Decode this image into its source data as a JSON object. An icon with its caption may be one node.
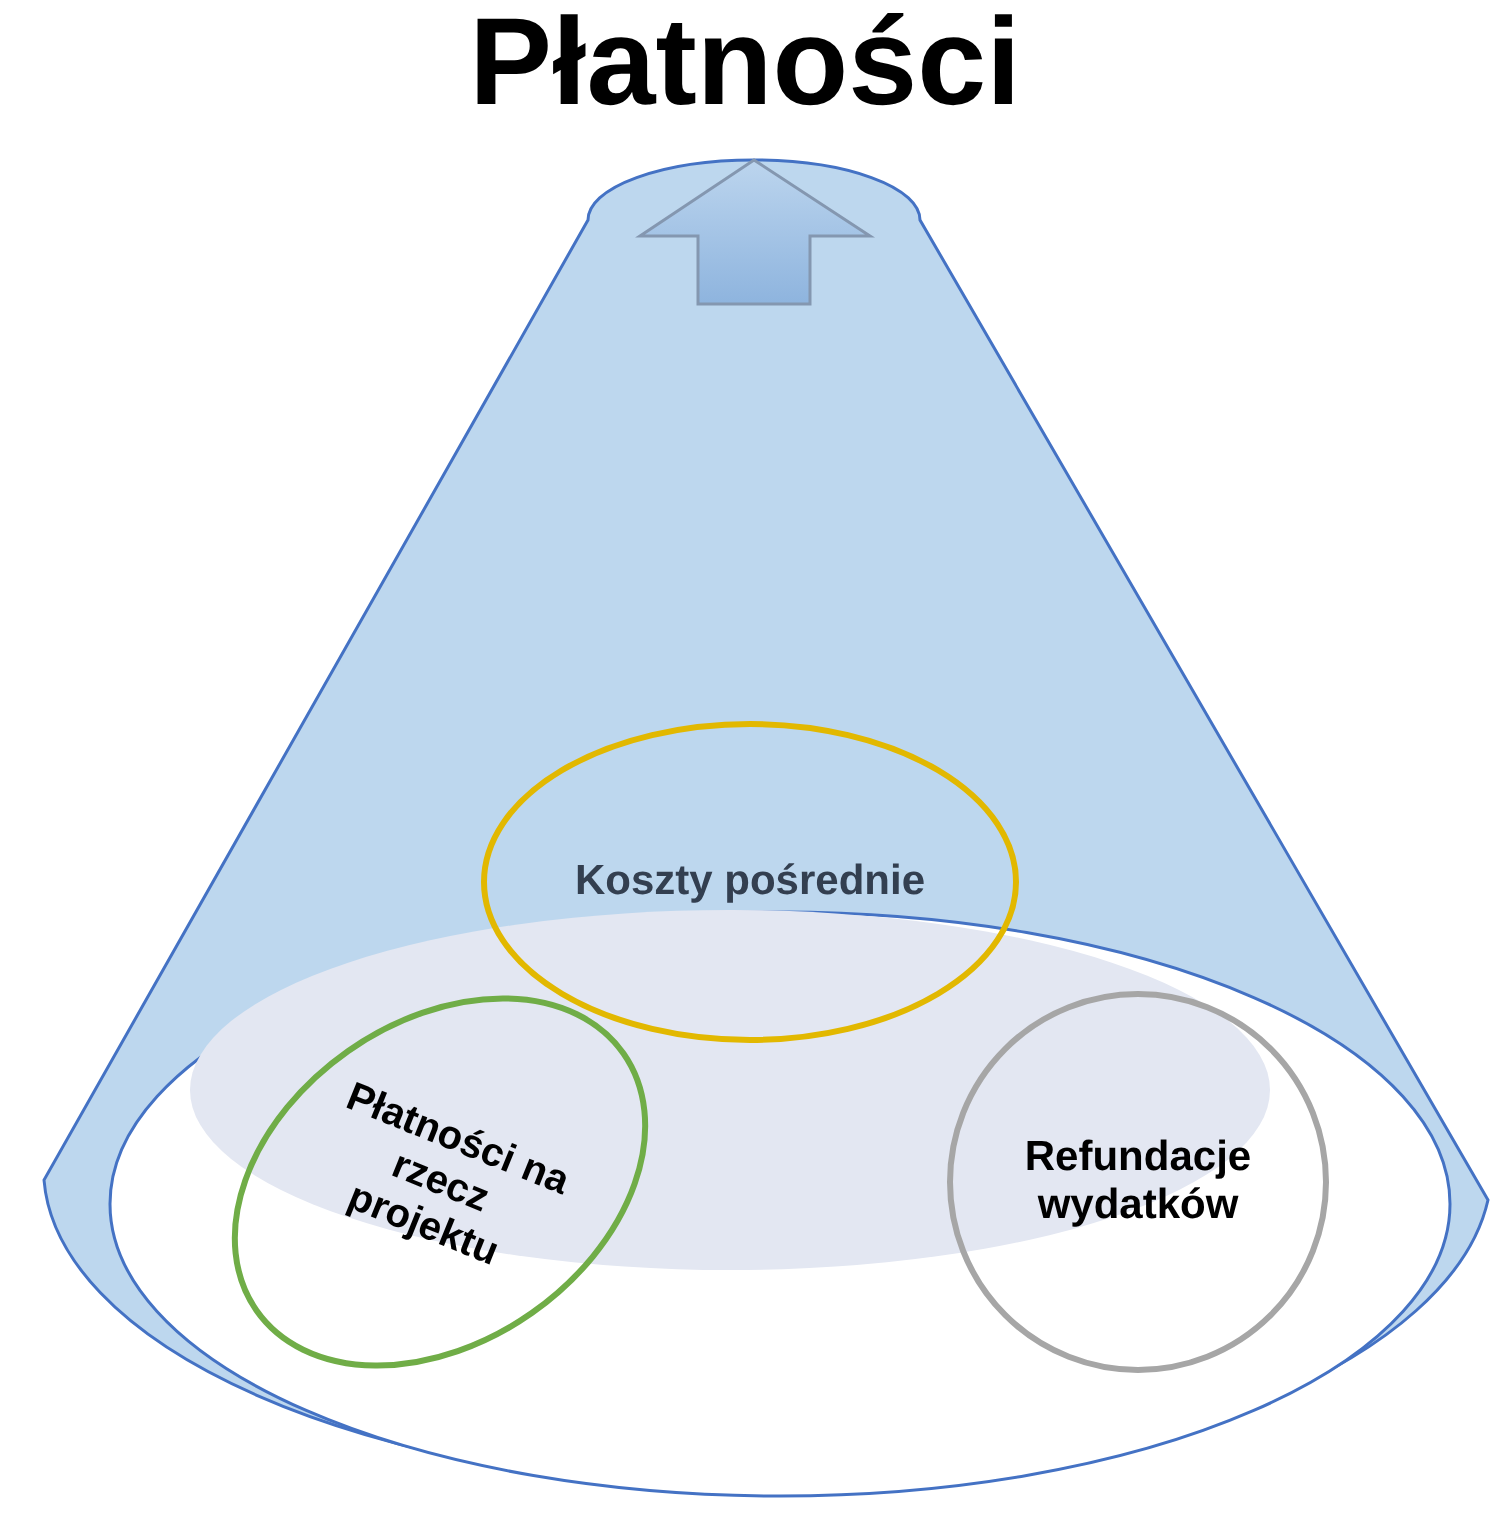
{
  "diagram": {
    "title": "Płatności",
    "nodes": [
      {
        "text": [
          "Koszty pośrednie"
        ]
      },
      {
        "text": [
          "Płatności na rzecz projektu"
        ]
      },
      {
        "text": [
          "Refundacje wydatków"
        ]
      }
    ]
  }
}
